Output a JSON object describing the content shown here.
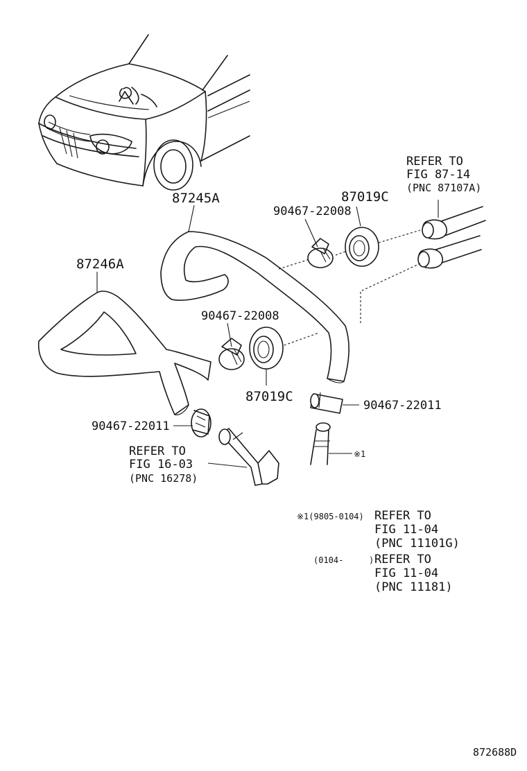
{
  "parts": {
    "hose_upper": "87245A",
    "hose_lower": "87246A",
    "grommet_top": "87019C",
    "grommet_bottom": "87019C",
    "clamp_top": "90467-22008",
    "clamp_mid": "90467-22008",
    "clamp_right": "90467-22011",
    "clamp_left": "90467-22011"
  },
  "refs": {
    "top_right": {
      "line1": "REFER TO",
      "line2": "FIG 87-14",
      "line3": "(PNC 87107A)"
    },
    "left": {
      "line1": "REFER TO",
      "line2": "FIG 16-03",
      "line3": "(PNC 16278)"
    },
    "marker": "※1"
  },
  "notes": {
    "note1": {
      "mark": "※1(9805-0104)",
      "line1": "REFER TO",
      "line2": "FIG 11-04",
      "line3": "(PNC 11101G)"
    },
    "note2": {
      "mark": "(0104-",
      "mark_close": ")",
      "line1": "REFER TO",
      "line2": "FIG 11-04",
      "line3": "(PNC 11181)"
    }
  },
  "figure_id": "872688D"
}
